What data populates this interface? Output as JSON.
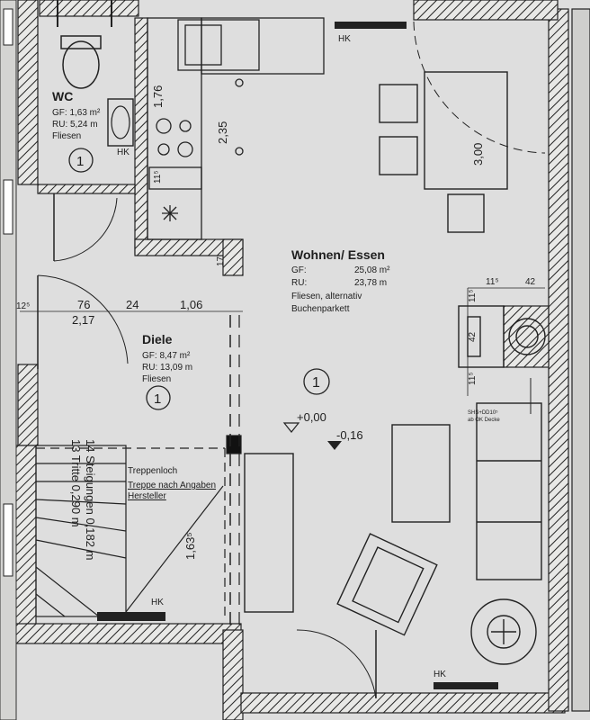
{
  "rooms": {
    "wc": {
      "name": "WC",
      "gf": "GF: 1,63 m²",
      "ru": "RU: 5,24 m",
      "floor": "Fliesen",
      "marker": "1"
    },
    "wohnen": {
      "name": "Wohnen/ Essen",
      "gf_label": "GF:",
      "gf_value": "25,08 m²",
      "ru_label": "RU:",
      "ru_value": "23,78 m",
      "floor1": "Fliesen, alternativ",
      "floor2": "Buchenparkett",
      "marker": "1"
    },
    "diele": {
      "name": "Diele",
      "gf": "GF:  8,47 m²",
      "ru": "RU: 13,09 m",
      "floor": "Fliesen",
      "marker": "1"
    }
  },
  "dimensions": {
    "d176": "1,76",
    "d235": "2,35",
    "d300": "3,00",
    "d115a": "11⁵",
    "d17": "17",
    "d125": "12⁵",
    "d76": "76",
    "d217": "2,17",
    "d24": "24",
    "d106": "1,06",
    "d115b": "11⁵",
    "d42a": "42",
    "d115c": "11⁵",
    "d42b": "42",
    "d115d": "11⁵",
    "d1635": "1,63⁵"
  },
  "levels": {
    "zero": "+0,00",
    "minus": "-0,16"
  },
  "labels": {
    "hk": "HK",
    "stairs1": "14 Steigungen 0,182 m",
    "stairs2": "13 Tritte 0,290 m",
    "treppe1": "Treppenloch",
    "treppe2": "Treppe nach Angaben",
    "treppe3": "Hersteller",
    "fireplace_note": "SHS+DD10⁵",
    "fireplace_note2": "ab OK Decke"
  }
}
